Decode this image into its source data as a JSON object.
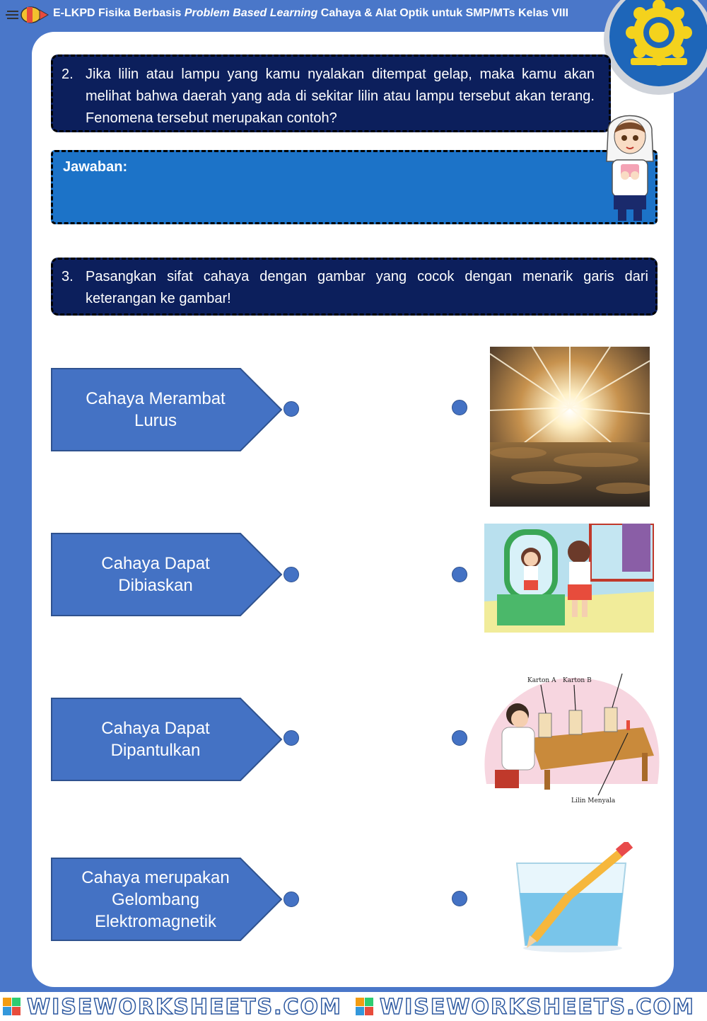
{
  "header": {
    "title_prefix": "E-LKPD Fisika Berbasis ",
    "title_italic": "Problem Based Learning",
    "title_suffix": " Cahaya & Alat Optik untuk SMP/MTs Kelas VIII"
  },
  "question2": {
    "number": "2.",
    "text": "Jika lilin atau lampu yang kamu nyalakan ditempat gelap, maka kamu akan melihat bahwa daerah yang ada di sekitar lilin atau lampu tersebut akan terang. Fenomena tersebut merupakan contoh?"
  },
  "answer": {
    "label": "Jawaban:"
  },
  "question3": {
    "number": "3.",
    "text": "Pasangkan sifat cahaya dengan gambar yang cocok dengan menarik garis dari keterangan ke gambar!"
  },
  "items": [
    {
      "line1": "Cahaya Merambat",
      "line2": "Lurus",
      "line3": ""
    },
    {
      "line1": "Cahaya Dapat",
      "line2": "Dibiaskan",
      "line3": ""
    },
    {
      "line1": "Cahaya Dapat",
      "line2": "Dipantulkan",
      "line3": ""
    },
    {
      "line1": "Cahaya merupakan",
      "line2": "Gelombang",
      "line3": "Elektromagnetik"
    }
  ],
  "images": {
    "sun": "sun-over-clouds",
    "mirror": "girl-at-mirror",
    "experiment": "boy-with-cardboard-experiment",
    "experiment_labels": {
      "a": "Karton A",
      "b": "Karton B",
      "c": "Lilin Menyala"
    },
    "glass": "pencil-in-glass-of-water"
  },
  "footer": {
    "brand": "WISEWORKSHEETS.COM"
  },
  "colors": {
    "primary": "#4472c4",
    "navy": "#0c1f5c",
    "answer": "#1c73c8"
  }
}
